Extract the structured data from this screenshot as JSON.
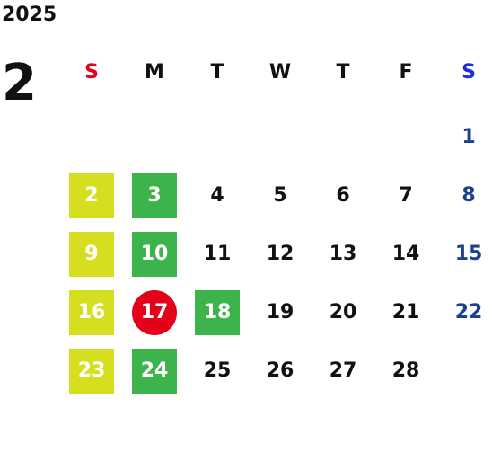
{
  "calendar": {
    "year": "2025",
    "month": "2",
    "weekdays": [
      {
        "label": "S",
        "color": "#e3001b"
      },
      {
        "label": "M",
        "color": "#111111"
      },
      {
        "label": "T",
        "color": "#111111"
      },
      {
        "label": "W",
        "color": "#111111"
      },
      {
        "label": "T",
        "color": "#111111"
      },
      {
        "label": "F",
        "color": "#111111"
      },
      {
        "label": "S",
        "color": "#1f2fd8"
      }
    ],
    "weeks": [
      [
        {
          "day": "",
          "style": "none"
        },
        {
          "day": "",
          "style": "none"
        },
        {
          "day": "",
          "style": "none"
        },
        {
          "day": "",
          "style": "none"
        },
        {
          "day": "",
          "style": "none"
        },
        {
          "day": "",
          "style": "none"
        },
        {
          "day": "1",
          "style": "sat"
        }
      ],
      [
        {
          "day": "2",
          "style": "yellow"
        },
        {
          "day": "3",
          "style": "green"
        },
        {
          "day": "4",
          "style": "plain"
        },
        {
          "day": "5",
          "style": "plain"
        },
        {
          "day": "6",
          "style": "plain"
        },
        {
          "day": "7",
          "style": "plain"
        },
        {
          "day": "8",
          "style": "sat"
        }
      ],
      [
        {
          "day": "9",
          "style": "yellow"
        },
        {
          "day": "10",
          "style": "green"
        },
        {
          "day": "11",
          "style": "plain"
        },
        {
          "day": "12",
          "style": "plain"
        },
        {
          "day": "13",
          "style": "plain"
        },
        {
          "day": "14",
          "style": "plain"
        },
        {
          "day": "15",
          "style": "sat"
        }
      ],
      [
        {
          "day": "16",
          "style": "yellow"
        },
        {
          "day": "17",
          "style": "red-circle"
        },
        {
          "day": "18",
          "style": "green"
        },
        {
          "day": "19",
          "style": "plain"
        },
        {
          "day": "20",
          "style": "plain"
        },
        {
          "day": "21",
          "style": "plain"
        },
        {
          "day": "22",
          "style": "sat"
        }
      ],
      [
        {
          "day": "23",
          "style": "yellow"
        },
        {
          "day": "24",
          "style": "green"
        },
        {
          "day": "25",
          "style": "plain"
        },
        {
          "day": "26",
          "style": "plain"
        },
        {
          "day": "27",
          "style": "plain"
        },
        {
          "day": "28",
          "style": "plain"
        },
        {
          "day": "",
          "style": "none"
        }
      ]
    ],
    "colors": {
      "sunday_highlight": "#d6df1f",
      "monday_highlight": "#3cb44b",
      "today_circle": "#e3001b",
      "saturday_text": "#1f3f8f"
    }
  }
}
